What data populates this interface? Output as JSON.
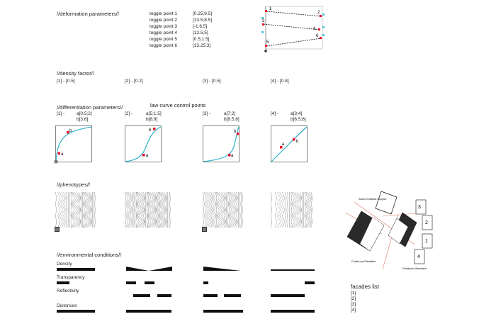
{
  "sections": {
    "deformation": "//deformation parameters//",
    "density": "//density factor//",
    "differentiation": "//differentiation parameters//",
    "law_curve": "law curve control points",
    "phenotypes": "//phenotypes//",
    "environment": "//environmental conditions//"
  },
  "toggle_points": [
    {
      "label": "toggle point 1",
      "value": "[0.25;9.5]"
    },
    {
      "label": "toggle point 2",
      "value": "[13.5;8.5]"
    },
    {
      "label": "toggle point 3",
      "value": "[-1;6.5]"
    },
    {
      "label": "toggle point 4",
      "value": "[12.5;5]"
    },
    {
      "label": "toggle point 5",
      "value": "[0.5;1.5]"
    },
    {
      "label": "toggle point 6",
      "value": "[13.25;3]"
    }
  ],
  "deformation_diagram": {
    "point_labels": [
      "1",
      "2",
      "3",
      "4",
      "5",
      "6"
    ]
  },
  "density_factors": [
    "[1] - [0.5]",
    "[2] - [0.2]",
    "[3] - [0.5]",
    "[4] - [0.8]"
  ],
  "differentiation": [
    {
      "index": "[1] -",
      "a": "a[0.5;2]",
      "b": "b[3;6]"
    },
    {
      "index": "[2] -",
      "a": "a[5;1.5]",
      "b": "b[8;9]"
    },
    {
      "index": "[3] -",
      "a": "a[7;2]",
      "b": "b[9.5;8]"
    },
    {
      "index": "[4] -",
      "a": "a[3;4]",
      "b": "b[6.5;6]"
    }
  ],
  "curve_point_labels": {
    "a": "a",
    "b": "b"
  },
  "environment_rows": [
    "Density",
    "Transparency",
    "Reflectivity",
    "Distorsion"
  ],
  "site_plan": {
    "labels": [
      "Sweet Chestnut Coppice",
      "Coniferous Plantation",
      "Deciduous Woodland"
    ],
    "numbers": [
      "1",
      "2",
      "3",
      "4"
    ]
  },
  "facades": {
    "title": "facades list",
    "items": [
      "[1]",
      "[2]",
      "[3]",
      "[4]"
    ]
  },
  "colors": {
    "curve": "#2bb0c8",
    "control_point": "#e8102a",
    "toggle_side": "#4fc3d9",
    "site_line": "#e07b6a",
    "ink": "#111111"
  }
}
